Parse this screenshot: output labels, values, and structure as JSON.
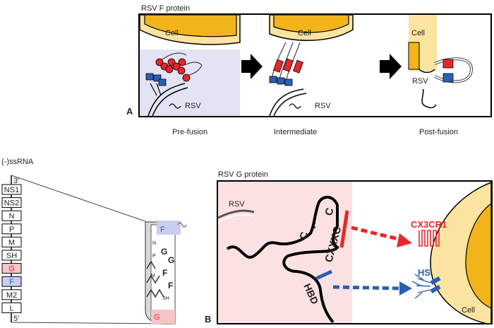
{
  "panel_a": {
    "title": "RSV F protein",
    "letter": "A",
    "cell_label": "Cell",
    "virus_label": "RSV",
    "stages": [
      "Pre-fusion",
      "Intermediate",
      "Post-fusion"
    ]
  },
  "genome": {
    "title": "(-)ssRNA",
    "end_3": "3'",
    "end_5": "5'",
    "genes": [
      "NS1",
      "NS2",
      "N",
      "P",
      "M",
      "SH",
      "G",
      "F",
      "M2",
      "L"
    ],
    "highlight_colors": {
      "G": "#f4c6c6",
      "F": "#c9cdee"
    },
    "virion_letters": {
      "f": "F",
      "g": "G",
      "sh": "SH",
      "n": "N",
      "p": "P",
      "m": "M"
    }
  },
  "panel_b": {
    "title": "RSV G protein",
    "letter": "B",
    "virus_label": "RSV",
    "motif_c1": "C",
    "motif_c2": "C",
    "motif_cxxxc": "CXXXC",
    "hbd": "HBD",
    "receptor_1": "CX3CR1",
    "receptor_2": "HS",
    "cell_label": "Cell"
  },
  "colors": {
    "red": "#e8262b",
    "blue": "#2b5fb4",
    "cell_fill": "#fbe3a0",
    "cell_core": "#f1b51b",
    "pink_bg": "#fbe1e1",
    "lavender_bg": "#e3e3f3"
  }
}
